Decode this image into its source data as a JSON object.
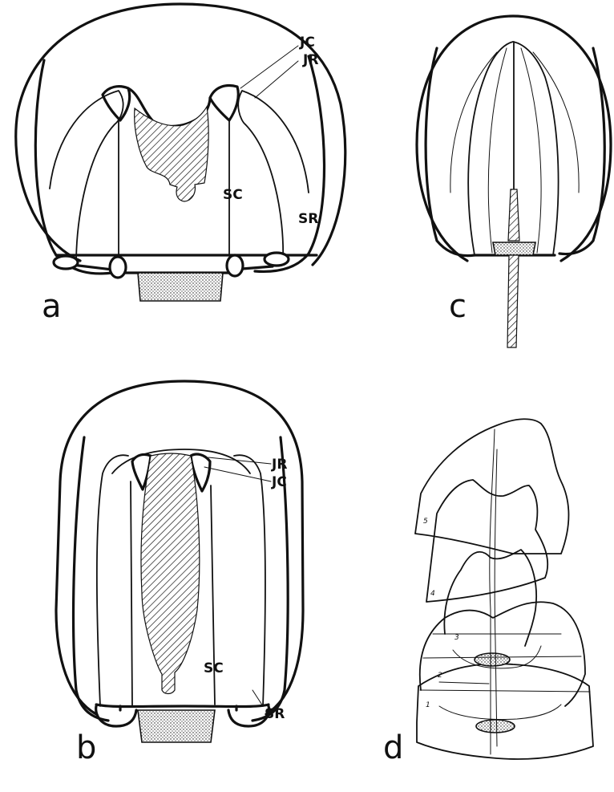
{
  "panels": {
    "a": {
      "letter": "a",
      "labels": {
        "jc": "JC",
        "jr": "JR",
        "sc": "SC",
        "sr": "SR"
      }
    },
    "b": {
      "letter": "b",
      "labels": {
        "jr": "JR",
        "jc": "JC",
        "sc": "SC",
        "sr": "SR"
      }
    },
    "c": {
      "letter": "c"
    },
    "d": {
      "letter": "d",
      "stage_numbers": [
        "1",
        "2",
        "3",
        "4",
        "5"
      ]
    }
  }
}
